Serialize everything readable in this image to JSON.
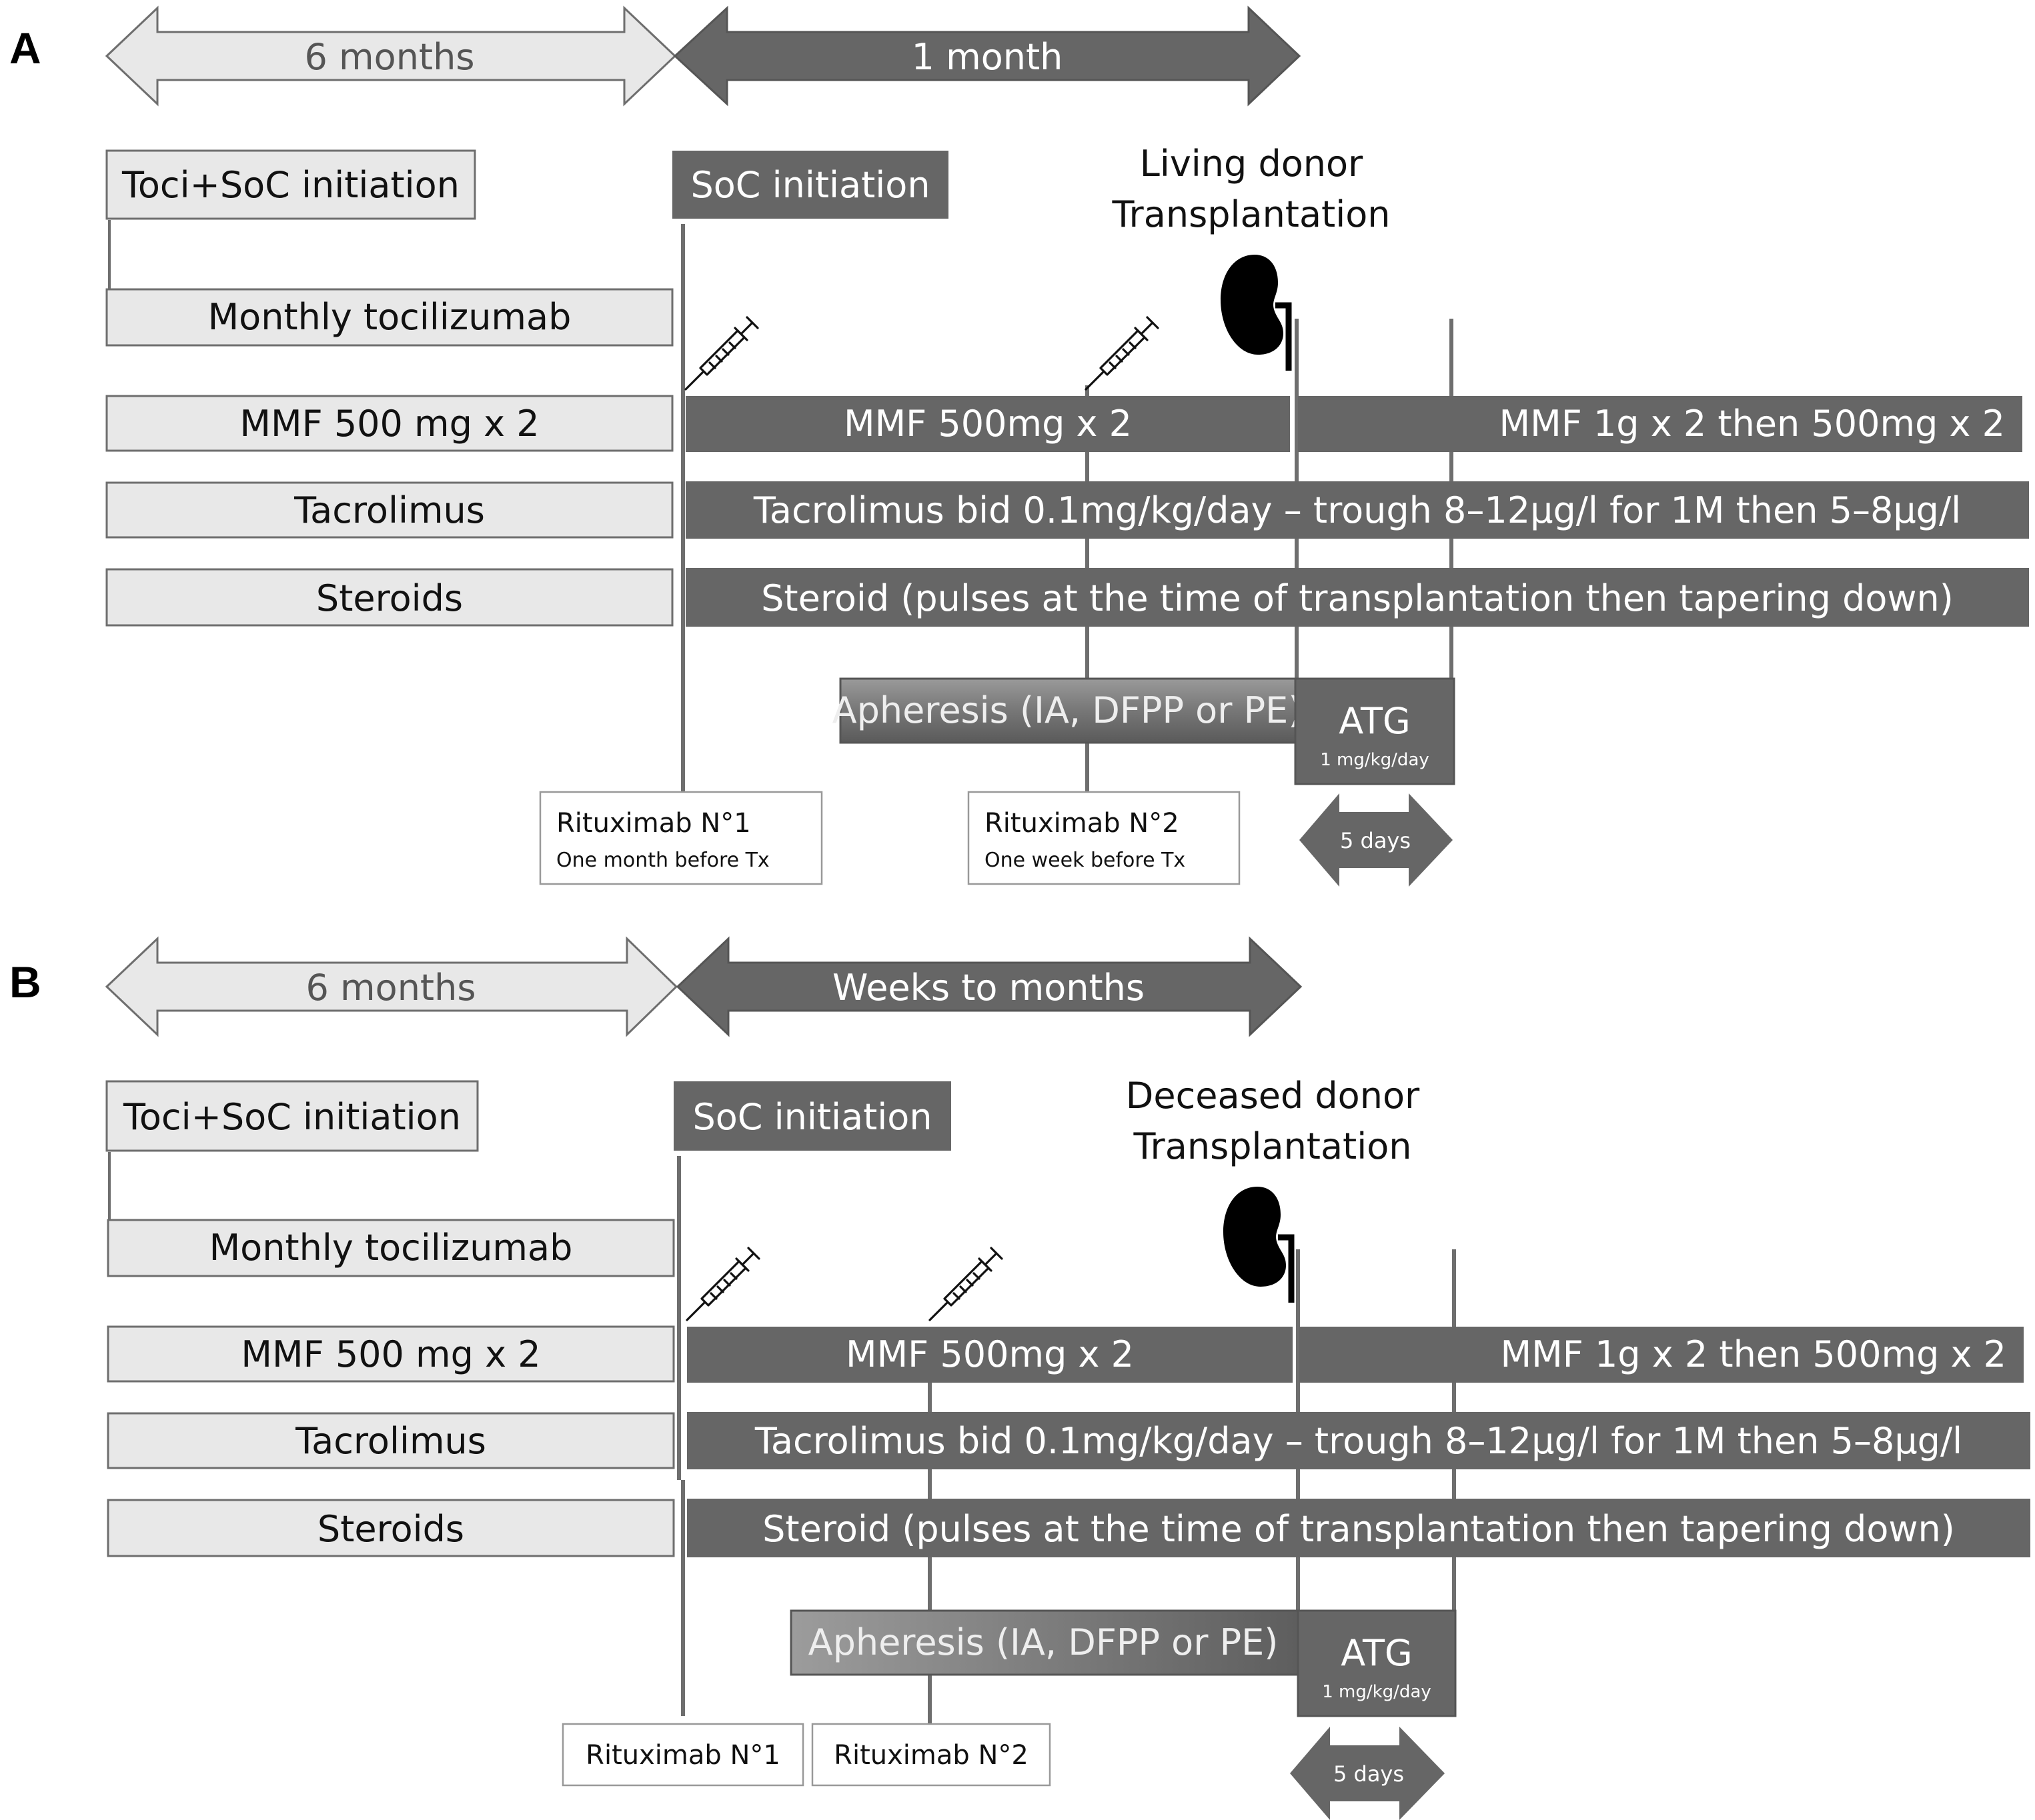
{
  "colors": {
    "light_box": "#e8e8e8",
    "dark_box": "#666666",
    "line": "#6e6e6e",
    "light_text": "#555555"
  },
  "panels": [
    {
      "letter": "A",
      "arrow_left": "6 months",
      "arrow_right": "1 month",
      "toci_soc": "Toci+SoC initiation",
      "soc": "SoC initiation",
      "transplant_line1": "Living donor",
      "transplant_line2": "Transplantation",
      "monthly": "Monthly tocilizumab",
      "mmf_left": "MMF 500 mg x 2",
      "mmf_mid": "MMF 500mg x 2",
      "mmf_right": "MMF 1g x 2 then 500mg x 2",
      "tac_left": "Tacrolimus",
      "tac_bar": "Tacrolimus bid 0.1mg/kg/day – trough 8–12µg/l for 1M then 5–8µg/l",
      "ster_left": "Steroids",
      "ster_bar": "Steroid (pulses at the time of transplantation then tapering down)",
      "apheresis": "Apheresis (IA, DFPP or PE)",
      "atg": "ATG",
      "atg_dose": "1 mg/kg/day",
      "five_days": "5 days",
      "ritux1": "Rituximab N°1",
      "ritux1_sub": "One month before Tx",
      "ritux2": "Rituximab N°2",
      "ritux2_sub": "One week before Tx"
    },
    {
      "letter": "B",
      "arrow_left": "6 months",
      "arrow_right": "Weeks to months",
      "toci_soc": "Toci+SoC initiation",
      "soc": "SoC initiation",
      "transplant_line1": "Deceased donor",
      "transplant_line2": "Transplantation",
      "monthly": "Monthly tocilizumab",
      "mmf_left": "MMF 500 mg x 2",
      "mmf_mid": "MMF 500mg x 2",
      "mmf_right": "MMF 1g x 2 then 500mg x 2",
      "tac_left": "Tacrolimus",
      "tac_bar": "Tacrolimus bid 0.1mg/kg/day – trough 8–12µg/l for 1M then 5–8µg/l",
      "ster_left": "Steroids",
      "ster_bar": "Steroid (pulses at the time of transplantation then tapering down)",
      "apheresis": "Apheresis (IA, DFPP or PE)",
      "atg": "ATG",
      "atg_dose": "1 mg/kg/day",
      "five_days": "5 days",
      "ritux1": "Rituximab N°1",
      "ritux2": "Rituximab N°2"
    }
  ],
  "icons": {
    "syringe": "syringe-icon",
    "kidney": "kidney-icon"
  }
}
